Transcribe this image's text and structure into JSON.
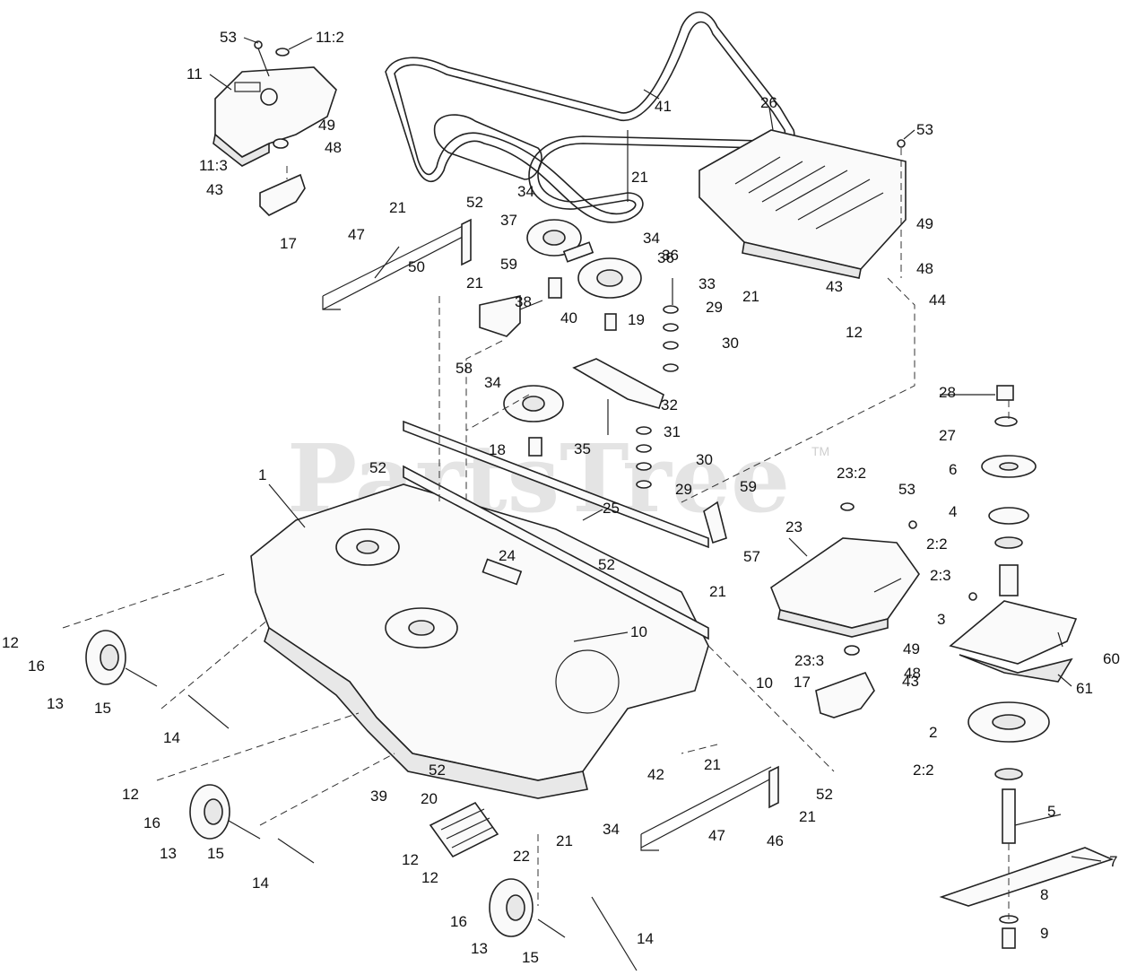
{
  "watermark": {
    "brand": "PartsTree",
    "trademark": "TM"
  },
  "callouts": [
    "53",
    "11:2",
    "11",
    "49",
    "48",
    "11:3",
    "43",
    "17",
    "41",
    "26",
    "53",
    "21",
    "34",
    "52",
    "21",
    "47",
    "37",
    "34",
    "36",
    "50",
    "21",
    "59",
    "33",
    "29",
    "38",
    "19",
    "30",
    "40",
    "58",
    "21",
    "43",
    "49",
    "48",
    "44",
    "12",
    "34",
    "36",
    "32",
    "31",
    "18",
    "35",
    "30",
    "29",
    "28",
    "27",
    "6",
    "4",
    "2:2",
    "2:3",
    "3",
    "60",
    "61",
    "2",
    "2:2",
    "5",
    "7",
    "8",
    "9",
    "52",
    "1",
    "25",
    "59",
    "57",
    "23:2",
    "53",
    "23",
    "24",
    "52",
    "21",
    "10",
    "12",
    "16",
    "13",
    "15",
    "14",
    "23:3",
    "49",
    "48",
    "17",
    "10",
    "43",
    "12",
    "16",
    "13",
    "15",
    "14",
    "52",
    "20",
    "39",
    "42",
    "21",
    "52",
    "21",
    "47",
    "46",
    "22",
    "21",
    "34",
    "12",
    "12",
    "16",
    "13",
    "15",
    "14"
  ]
}
